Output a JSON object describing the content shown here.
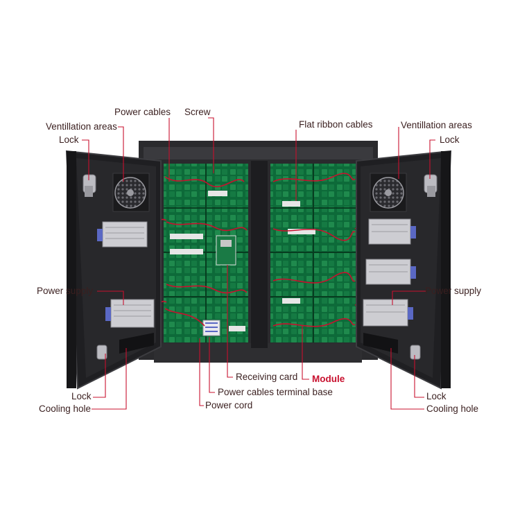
{
  "labels": {
    "power_cables": "Power cables",
    "screw": "Screw",
    "flat_ribbon_cables": "Flat ribbon cables",
    "ventilation_left": "Ventillation areas",
    "lock_top_left": "Lock",
    "ventilation_right": "Ventillation areas",
    "lock_top_right": "Lock",
    "power_supply_left": "Power supply",
    "power_supply_right": "Power supply",
    "lock_bottom_left": "Lock",
    "cooling_hole_left": "Cooling hole",
    "lock_bottom_right": "Lock",
    "cooling_hole_right": "Cooling hole",
    "receiving_card": "Receiving card",
    "module": "Module",
    "power_cables_terminal_base": "Power cables terminal base",
    "power_cord": "Power cord"
  },
  "colors": {
    "leader_line": "#c8102e",
    "module_highlight": "#c8102e",
    "cabinet": "#1f1f22",
    "pcb": "#0e6b3a"
  }
}
